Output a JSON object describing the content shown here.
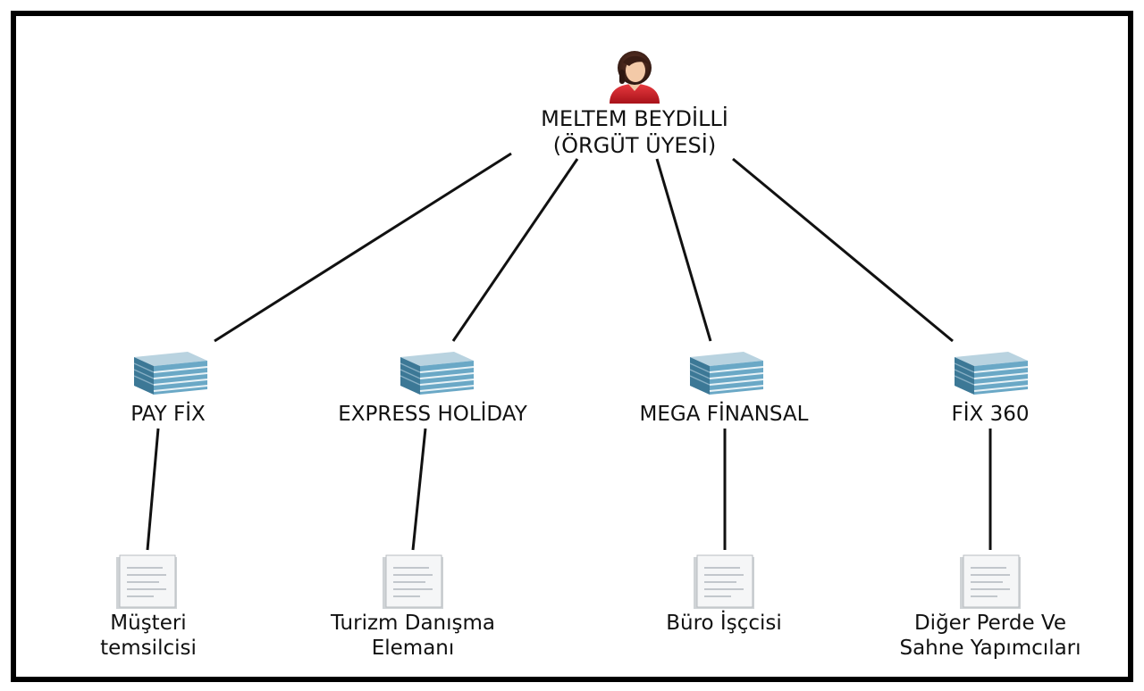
{
  "root": {
    "name": "MELTEM BEYDİLLİ",
    "role": "(ÖRGÜT ÜYESİ)",
    "icon": "person-icon"
  },
  "companies": [
    {
      "name": "PAY FİX",
      "icon": "building-icon",
      "position": {
        "lines": [
          "Müşteri",
          "temsilcisi"
        ],
        "icon": "document-icon"
      }
    },
    {
      "name": "EXPRESS HOLİDAY",
      "icon": "building-icon",
      "position": {
        "lines": [
          "Turizm Danışma",
          "Elemanı"
        ],
        "icon": "document-icon"
      }
    },
    {
      "name": "MEGA FİNANSAL",
      "icon": "building-icon",
      "position": {
        "lines": [
          "Büro İşçcisi"
        ],
        "icon": "document-icon"
      }
    },
    {
      "name": "FİX 360",
      "icon": "building-icon",
      "position": {
        "lines": [
          "Diğer Perde Ve",
          "Sahne Yapımcıları"
        ],
        "icon": "document-icon"
      }
    }
  ],
  "colors": {
    "frame": "#000000",
    "line": "#111111",
    "person_top": "#d0202a",
    "building": "#4f8fb0"
  }
}
